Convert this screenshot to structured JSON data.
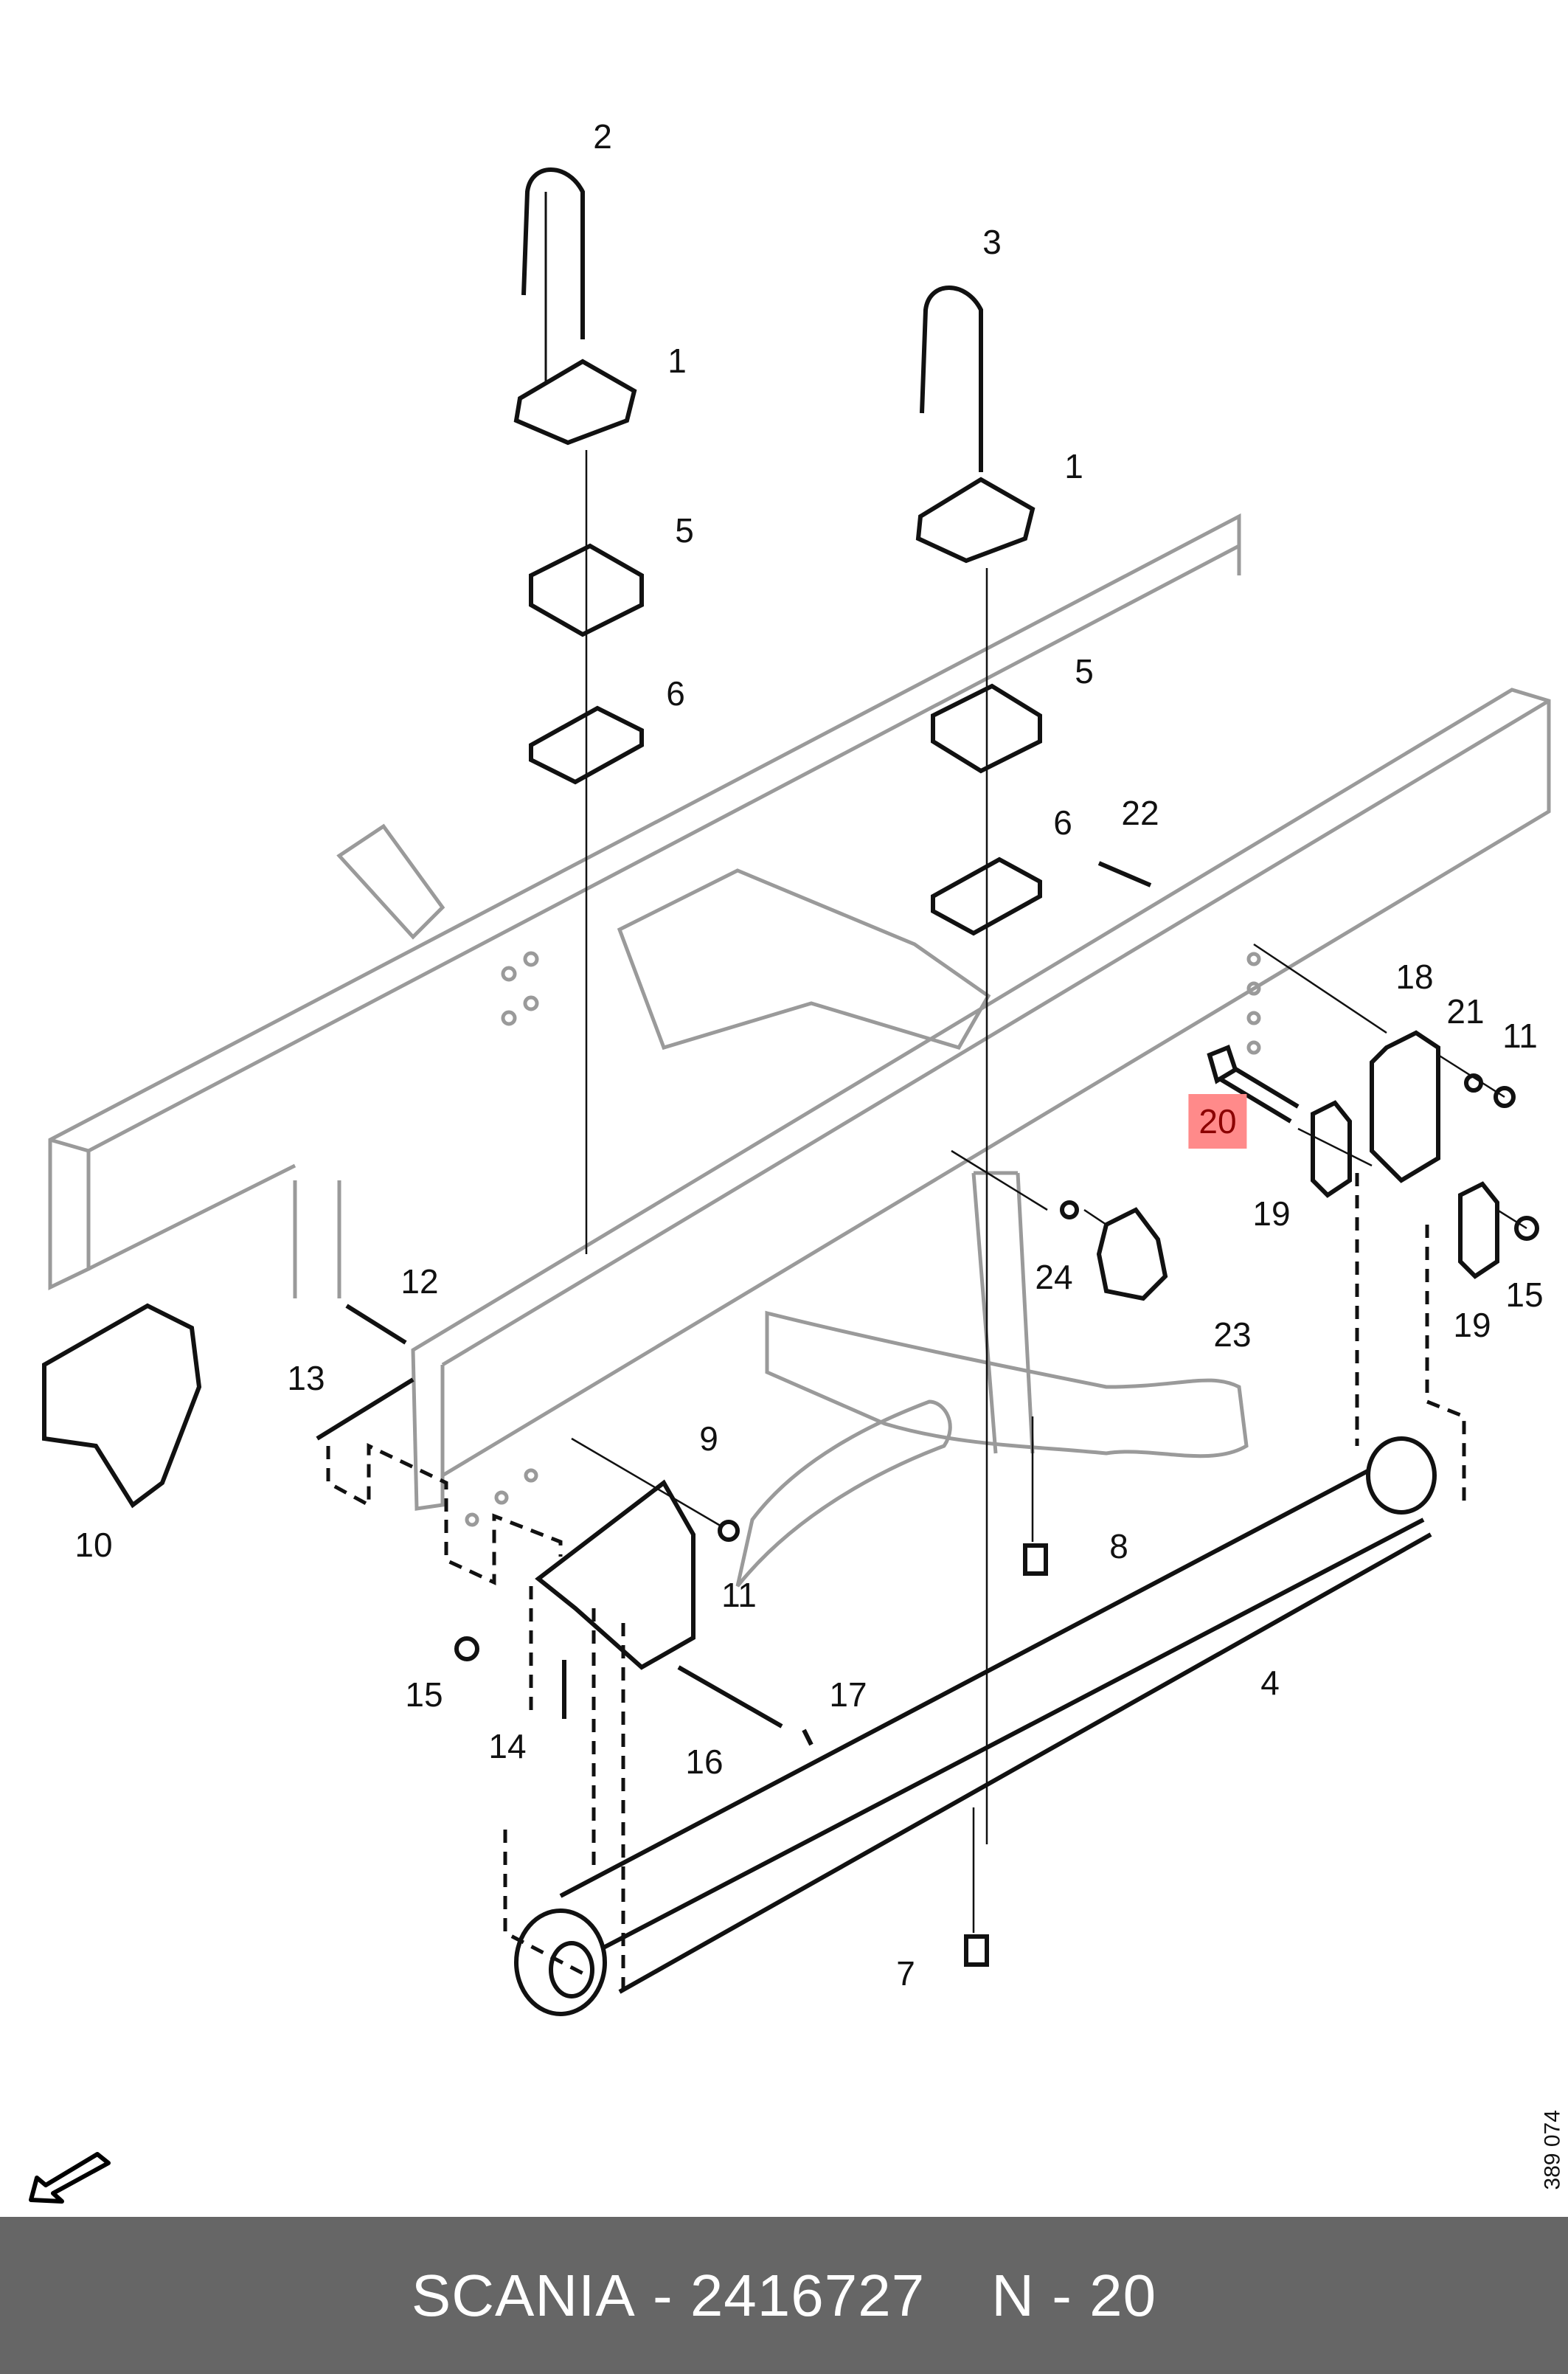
{
  "footer": {
    "brand": "SCANIA",
    "separator": "-",
    "part_number": "2416727",
    "position_code": "N",
    "position_separator": "-",
    "position_number": "20"
  },
  "drawing_reference": "389 074",
  "highlighted_callout": "20",
  "highlight_color": "#ff8a8a",
  "footer_color": "#666666",
  "callouts": [
    {
      "id": "2"
    },
    {
      "id": "3"
    },
    {
      "id": "1"
    },
    {
      "id": "1"
    },
    {
      "id": "5"
    },
    {
      "id": "5"
    },
    {
      "id": "6"
    },
    {
      "id": "6"
    },
    {
      "id": "22"
    },
    {
      "id": "18"
    },
    {
      "id": "21"
    },
    {
      "id": "11"
    },
    {
      "id": "20"
    },
    {
      "id": "19"
    },
    {
      "id": "24"
    },
    {
      "id": "23"
    },
    {
      "id": "19"
    },
    {
      "id": "15"
    },
    {
      "id": "12"
    },
    {
      "id": "13"
    },
    {
      "id": "10"
    },
    {
      "id": "9"
    },
    {
      "id": "11"
    },
    {
      "id": "8"
    },
    {
      "id": "4"
    },
    {
      "id": "15"
    },
    {
      "id": "14"
    },
    {
      "id": "16"
    },
    {
      "id": "17"
    },
    {
      "id": "7"
    }
  ]
}
